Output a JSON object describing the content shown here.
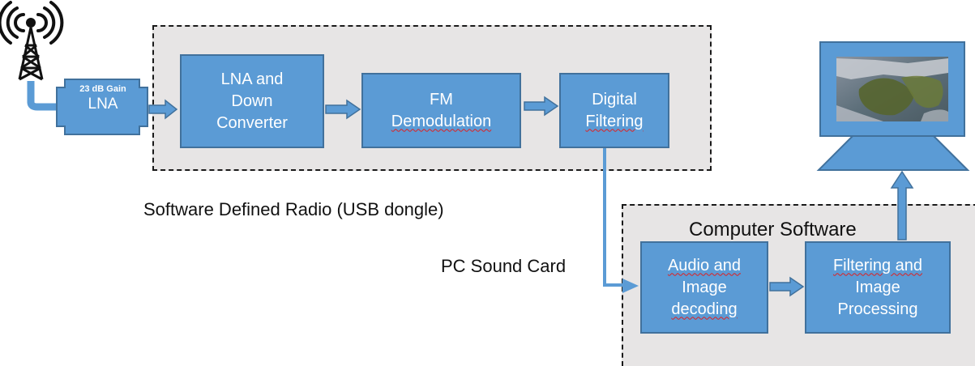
{
  "sdr": {
    "caption": "Software Defined Radio (USB dongle)",
    "lna_tag": {
      "gain": "23 dB Gain",
      "name": "LNA"
    },
    "blocks": {
      "lna_down": {
        "line1": "LNA and",
        "line2": "Down",
        "line3": "Converter"
      },
      "fm_demod": {
        "line1": "FM",
        "line2": "Demodulation"
      },
      "digital_filtering": {
        "line1": "Digital",
        "line2": "Filtering"
      }
    }
  },
  "link": {
    "label": "PC Sound Card"
  },
  "software": {
    "title": "Computer Software",
    "blocks": {
      "audio_decoding": {
        "line1": "Audio and",
        "line2": "Image",
        "line3": "decoding"
      },
      "filtering_processing": {
        "line1": "Filtering and",
        "line2": "Image",
        "line3": "Processing"
      }
    }
  },
  "colors": {
    "block_fill": "#5b9bd5",
    "block_border": "#41719c",
    "region_fill": "#e7e5e5",
    "text_dark": "#111111"
  },
  "icons": [
    "antenna-tower-icon",
    "monitor-icon",
    "satellite-map-image"
  ]
}
